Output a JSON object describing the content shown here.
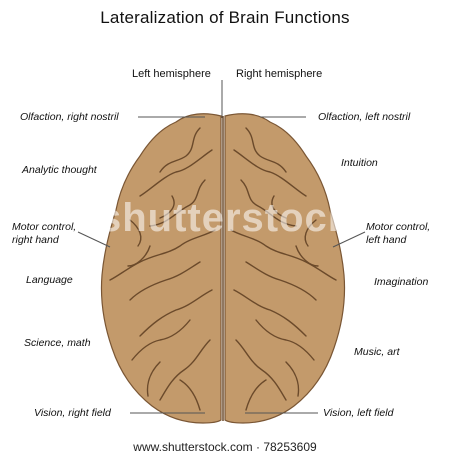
{
  "title": "Lateralization of Brain Functions",
  "hemispheres": {
    "left": "Left hemisphere",
    "right": "Right hemisphere"
  },
  "left_labels": [
    {
      "line1": "Olfaction, right nostril",
      "line2": ""
    },
    {
      "line1": "Analytic thought",
      "line2": ""
    },
    {
      "line1": "Motor control,",
      "line2": "right hand"
    },
    {
      "line1": "Language",
      "line2": ""
    },
    {
      "line1": "Science, math",
      "line2": ""
    },
    {
      "line1": "Vision, right field",
      "line2": ""
    }
  ],
  "right_labels": [
    {
      "line1": "Olfaction, left nostril",
      "line2": ""
    },
    {
      "line1": "Intuition",
      "line2": ""
    },
    {
      "line1": "Motor control,",
      "line2": "left hand"
    },
    {
      "line1": "Imagination",
      "line2": ""
    },
    {
      "line1": "Music, art",
      "line2": ""
    },
    {
      "line1": "Vision, left field",
      "line2": ""
    }
  ],
  "watermark": "shutterstock",
  "footer": "www.shutterstock.com · 78253609",
  "colors": {
    "brain_fill": "#c39a6b",
    "sulci": "#6b4a2b",
    "outline": "#7a5634",
    "leader_lines": "#555555"
  }
}
